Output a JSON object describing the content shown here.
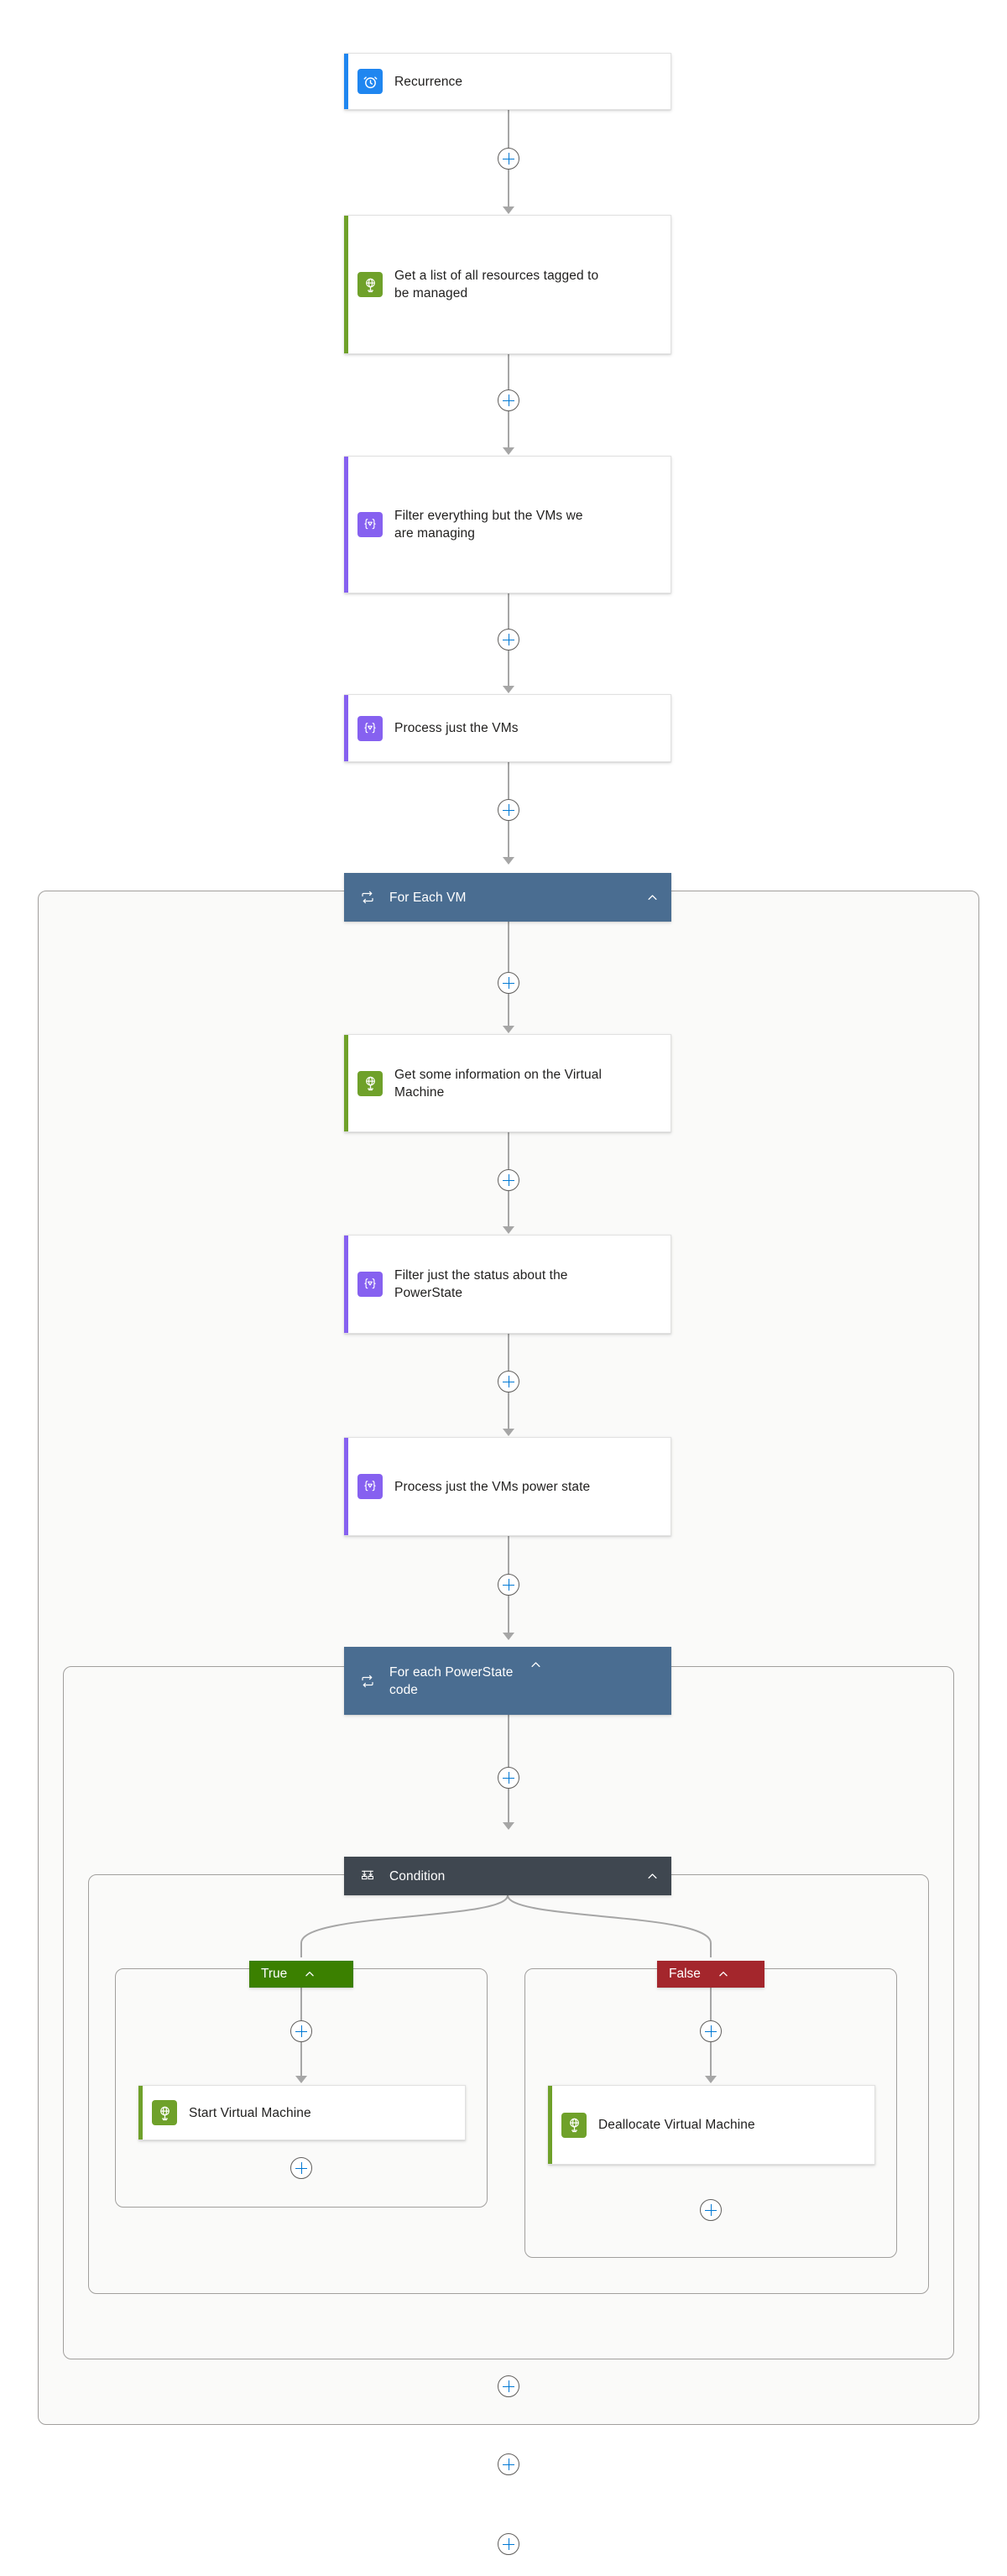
{
  "designer": {
    "title": "Logic App Designer",
    "accents": {
      "trigger_blue": "#1f86f0",
      "http_green": "#6fa12a",
      "query_purple": "#8661f0",
      "loop_header": "#4a6d91",
      "condition_header": "#3f4750",
      "true_badge": "#3b8000",
      "false_badge": "#a4262c",
      "plus_blue": "#0078d4",
      "connector_gray": "#a6a6a6",
      "scope_bg": "#fafaf9",
      "scope_border": "#a19f9d"
    },
    "add_step_label": "Insert a new step",
    "collapse_label": "Collapse"
  },
  "nodes": {
    "recurrence": {
      "label": "Recurrence",
      "icon": "alarm-clock-icon",
      "type": "trigger"
    },
    "get_tagged_resources": {
      "label": "Get a list of all resources tagged to be managed",
      "icon": "http-globe-icon",
      "type": "http"
    },
    "filter_vms": {
      "label": "Filter everything but the VMs we are managing",
      "icon": "query-braces-icon",
      "type": "query"
    },
    "process_vms": {
      "label": "Process just the VMs",
      "icon": "query-braces-icon",
      "type": "query"
    },
    "for_each_vm": {
      "label": "For Each VM",
      "icon": "loop-icon",
      "type": "foreach"
    },
    "get_vm_info": {
      "label": "Get some information on the Virtual Machine",
      "icon": "http-globe-icon",
      "type": "http"
    },
    "filter_powerstate": {
      "label": "Filter just the status about the PowerState",
      "icon": "query-braces-icon",
      "type": "query"
    },
    "process_powerstate": {
      "label": "Process just the VMs power state",
      "icon": "query-braces-icon",
      "type": "query"
    },
    "for_each_powerstate": {
      "label": "For each PowerState code",
      "icon": "loop-icon",
      "type": "foreach"
    },
    "condition": {
      "label": "Condition",
      "icon": "condition-branch-icon",
      "type": "condition"
    },
    "branch_true": {
      "label": "True"
    },
    "branch_false": {
      "label": "False"
    },
    "start_vm": {
      "label": "Start Virtual Machine",
      "icon": "http-globe-icon",
      "type": "http"
    },
    "deallocate_vm": {
      "label": "Deallocate Virtual Machine",
      "icon": "http-globe-icon",
      "type": "http"
    }
  }
}
